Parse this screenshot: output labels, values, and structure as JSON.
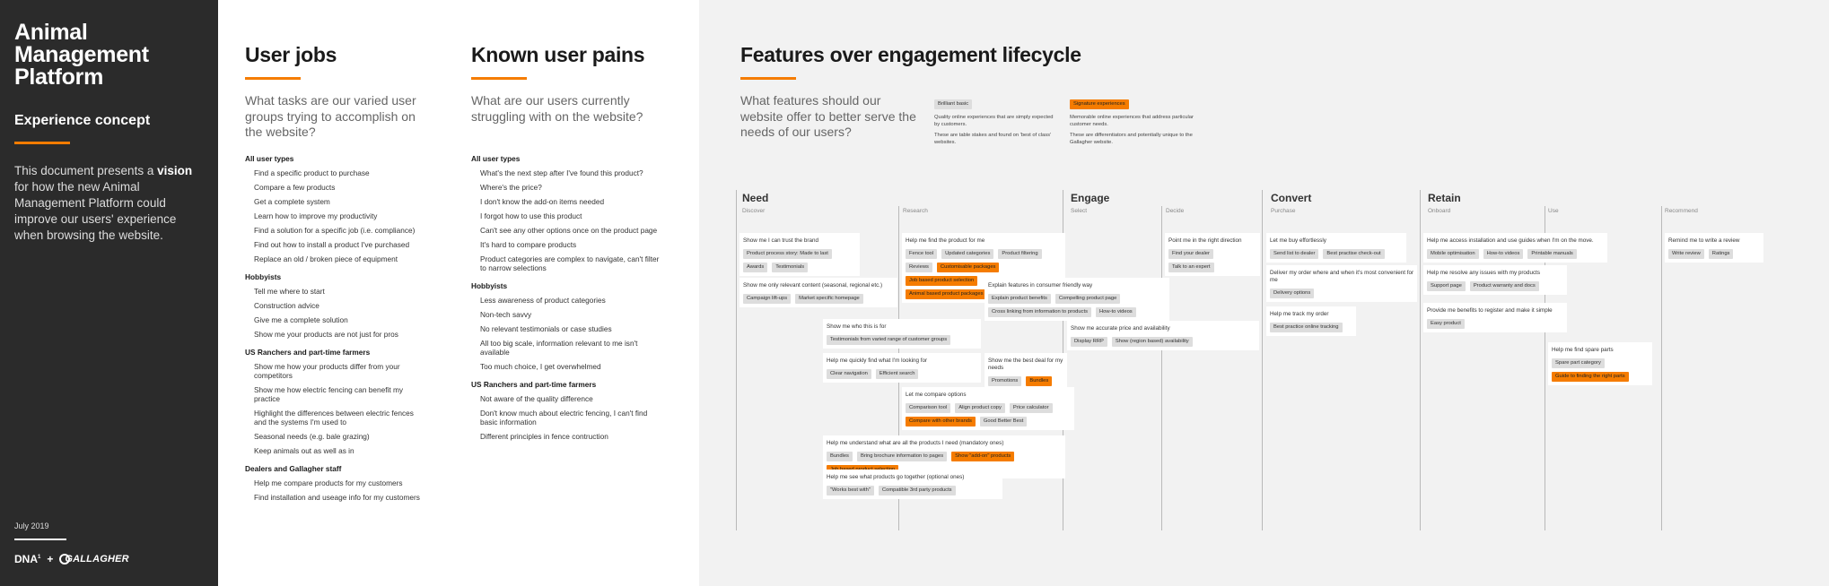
{
  "left": {
    "title": "Animal Management Platform",
    "subtitle": "Experience concept",
    "intro_pre": "This document presents a ",
    "intro_bold": "vision",
    "intro_post": " for how the new Animal Management Platform could improve our users' experience when browsing the website.",
    "date": "July 2019",
    "logo_dna": "DNA",
    "logo_dna_sup": "1",
    "logo_plus": "+",
    "logo_gallagher": "GALLAGHER"
  },
  "user_jobs": {
    "title": "User jobs",
    "question": "What tasks are our varied user groups trying to accomplish on the website?",
    "groups": [
      {
        "title": "All user types",
        "items": [
          "Find a specific product to purchase",
          "Compare a few products",
          "Get a complete system",
          "Learn how to improve my productivity",
          "Find a solution for a specific job (i.e. compliance)",
          "Find out how to install a product I've purchased",
          "Replace an old / broken piece of equipment"
        ]
      },
      {
        "title": "Hobbyists",
        "items": [
          "Tell me where to start",
          "Construction advice",
          "Give me a complete solution",
          "Show me your products are not just for pros"
        ]
      },
      {
        "title": "US Ranchers and part-time farmers",
        "items": [
          "Show me how your products differ from your competitors",
          "Show me how electric fencing can benefit my practice",
          "Highlight the differences between electric fences and the systems I'm used to",
          "Seasonal needs (e.g. bale grazing)",
          "Keep animals out as well as in"
        ]
      },
      {
        "title": "Dealers and Gallagher staff",
        "items": [
          "Help me compare products for my customers",
          "Find installation and useage info for my customers"
        ]
      }
    ]
  },
  "user_pains": {
    "title": "Known user pains",
    "question": "What are our users currently struggling with on the website?",
    "groups": [
      {
        "title": "All user types",
        "items": [
          "What's the next step after I've found this product?",
          "Where's the price?",
          "I don't know the add-on items needed",
          "I forgot how to use this product",
          "Can't see any other options once on the product page",
          "It's hard to compare products",
          "Product categories are complex to navigate, can't filter to narrow selections"
        ]
      },
      {
        "title": "Hobbyists",
        "items": [
          "Less awareness of product categories",
          "Non-tech savvy",
          "No relevant testimonials or case studies",
          "All too big scale, information relevant to me isn't available",
          "Too much choice, I get overwhelmed"
        ]
      },
      {
        "title": "US Ranchers and part-time farmers",
        "items": [
          "Not aware of the quality difference",
          "Don't know much about electric fencing, I can't find basic information",
          "Different principles in fence contruction"
        ]
      }
    ]
  },
  "features": {
    "title": "Features over engagement lifecycle",
    "question": "What features should our website offer to better serve the needs of our users?",
    "legend": {
      "basic_chip": "Brilliant basic",
      "basic_p1": "Quality online experiences that are simply expected by customers.",
      "basic_p2": "These are table stakes and found on 'best of class' websites.",
      "signature_chip": "Signature experiences",
      "signature_p1": "Memorable online experiences that address particular customer needs.",
      "signature_p2": "These are differentiators and potentially unique to the Gallagher website."
    },
    "stages": {
      "need": "Need",
      "engage": "Engage",
      "convert": "Convert",
      "retain": "Retain"
    },
    "substages": {
      "discover": "Discover",
      "research": "Research",
      "select": "Select",
      "decide": "Decide",
      "purchase": "Purchase",
      "onboard": "Onboard",
      "use": "Use",
      "recommend": "Recommend"
    },
    "cards": [
      {
        "label": "Show me I can trust the brand",
        "chips": [
          {
            "t": "Product process story: Made to last"
          },
          {
            "t": "Awards"
          },
          {
            "t": "Testimonials"
          }
        ]
      },
      {
        "label": "Show me only relevant content (seasonal, regional etc.)",
        "chips": [
          {
            "t": "Campaign lift-ups"
          },
          {
            "t": "Market specific homepage"
          }
        ]
      },
      {
        "label": "Help me find the product for me",
        "chips": [
          {
            "t": "Fence tool"
          },
          {
            "t": "Updated categories"
          },
          {
            "t": "Product filtering"
          },
          {
            "t": "Reviews"
          },
          {
            "t": "Customisable packages",
            "o": true
          },
          {
            "t": "Job based product selection",
            "o": true
          },
          {
            "t": "Animal based product packages",
            "o": true
          }
        ]
      },
      {
        "label": "Explain features in consumer friendly way",
        "chips": [
          {
            "t": "Explain product benefits"
          },
          {
            "t": "Compelling product page"
          },
          {
            "t": "Cross linking from information to products"
          },
          {
            "t": "How-to videos"
          }
        ]
      },
      {
        "label": "Show me who this is for",
        "chips": [
          {
            "t": "Testimonials from varied range of customer groups"
          }
        ]
      },
      {
        "label": "Help me quickly find what I'm looking for",
        "chips": [
          {
            "t": "Clear navigation"
          },
          {
            "t": "Efficient search"
          }
        ]
      },
      {
        "label": "Show me the best deal for my needs",
        "chips": [
          {
            "t": "Promotions"
          },
          {
            "t": "Bundles",
            "o": true
          }
        ]
      },
      {
        "label": "Show me accurate price and availability",
        "chips": [
          {
            "t": "Display RRP"
          },
          {
            "t": "Show (region based) availability"
          }
        ]
      },
      {
        "label": "Point me in the right direction",
        "chips": [
          {
            "t": "Find your dealer"
          },
          {
            "t": "Talk to an expert"
          }
        ]
      },
      {
        "label": "Let me compare options",
        "chips": [
          {
            "t": "Comparison tool"
          },
          {
            "t": "Align product copy"
          },
          {
            "t": "Price calculator"
          },
          {
            "t": "Compare with other brands",
            "o": true
          },
          {
            "t": "Good Better Best"
          }
        ]
      },
      {
        "label": "Help me understand what are all the products I need (mandatory ones)",
        "chips": [
          {
            "t": "Bundles"
          },
          {
            "t": "Bring brochure information to pages"
          },
          {
            "t": "Show \"add-on\" products",
            "o": true
          },
          {
            "t": "Job based product selection",
            "o": true
          }
        ]
      },
      {
        "label": "Help me see what products go together (optional ones)",
        "chips": [
          {
            "t": "\"Works best with\""
          },
          {
            "t": "Compatible 3rd party products"
          }
        ]
      },
      {
        "label": "Let me buy effortlessly",
        "chips": [
          {
            "t": "Send list to dealer"
          },
          {
            "t": "Best practise check-out"
          }
        ]
      },
      {
        "label": "Deliver my order where and when it's most convenient for me",
        "chips": [
          {
            "t": "Delivery options"
          }
        ]
      },
      {
        "label": "Help me track my order",
        "chips": [
          {
            "t": "Best practice online tracking"
          }
        ]
      },
      {
        "label": "Help me access installation and use guides when I'm on the move.",
        "chips": [
          {
            "t": "Mobile optimisation"
          },
          {
            "t": "How-to videos"
          },
          {
            "t": "Printable manuals"
          }
        ]
      },
      {
        "label": "Help me resolve any issues with my products",
        "chips": [
          {
            "t": "Support page"
          },
          {
            "t": "Product warranty and docs"
          }
        ]
      },
      {
        "label": "Provide me benefits to register and make it simple",
        "chips": [
          {
            "t": "Easy product"
          }
        ]
      },
      {
        "label": "Help me find spare parts",
        "chips": [
          {
            "t": "Spare part category"
          },
          {
            "t": "Guide to finding the right parts",
            "o": true
          }
        ]
      },
      {
        "label": "Remind me to write a review",
        "chips": [
          {
            "t": "Write review"
          },
          {
            "t": "Ratings"
          }
        ]
      }
    ]
  }
}
